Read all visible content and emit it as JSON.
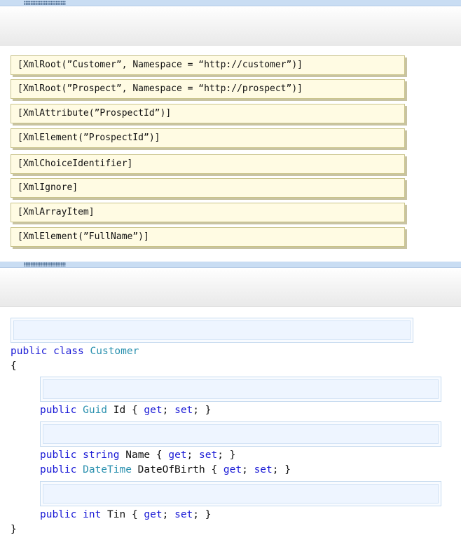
{
  "answer_area_options": [
    "[XmlRoot(”Customer”, Namespace = “http://customer”)]",
    "[XmlRoot(”Prospect”, Namespace = “http://prospect”)]",
    "[XmlAttribute(”ProspectId”)]",
    "[XmlElement(”ProspectId”)]",
    "[XmlChoiceIdentifier]",
    "[XmlIgnore]",
    "[XmlArrayItem]",
    "[XmlElement(”FullName”)]"
  ],
  "code": {
    "class_decl": {
      "kw": "public class ",
      "type": "Customer"
    },
    "open_brace": "{",
    "close_brace": "}",
    "id_line": {
      "kw": "public ",
      "type": "Guid",
      "rest1": " Id { ",
      "get": "get",
      "sep": "; ",
      "set": "set",
      "rest2": "; }"
    },
    "name_line": {
      "kw": "public string",
      "rest1": " Name { ",
      "get": "get",
      "sep": "; ",
      "set": "set",
      "rest2": "; }"
    },
    "dob_line": {
      "kw": "public ",
      "type": "DateTime",
      "rest1": " DateOfBirth { ",
      "get": "get",
      "sep": "; ",
      "set": "set",
      "rest2": "; }"
    },
    "tin_line": {
      "kw": "public int",
      "rest1": " Tin { ",
      "get": "get",
      "sep": "; ",
      "set": "set",
      "rest2": "; }"
    }
  },
  "colors": {
    "keyword": "#1b1bd6",
    "type": "#2b91af",
    "option_bg": "#fffbe3",
    "dropzone_bg": "#eef5ff",
    "splitter": "#c9ddf3"
  },
  "icons": [
    "splitter-grip-icon"
  ]
}
